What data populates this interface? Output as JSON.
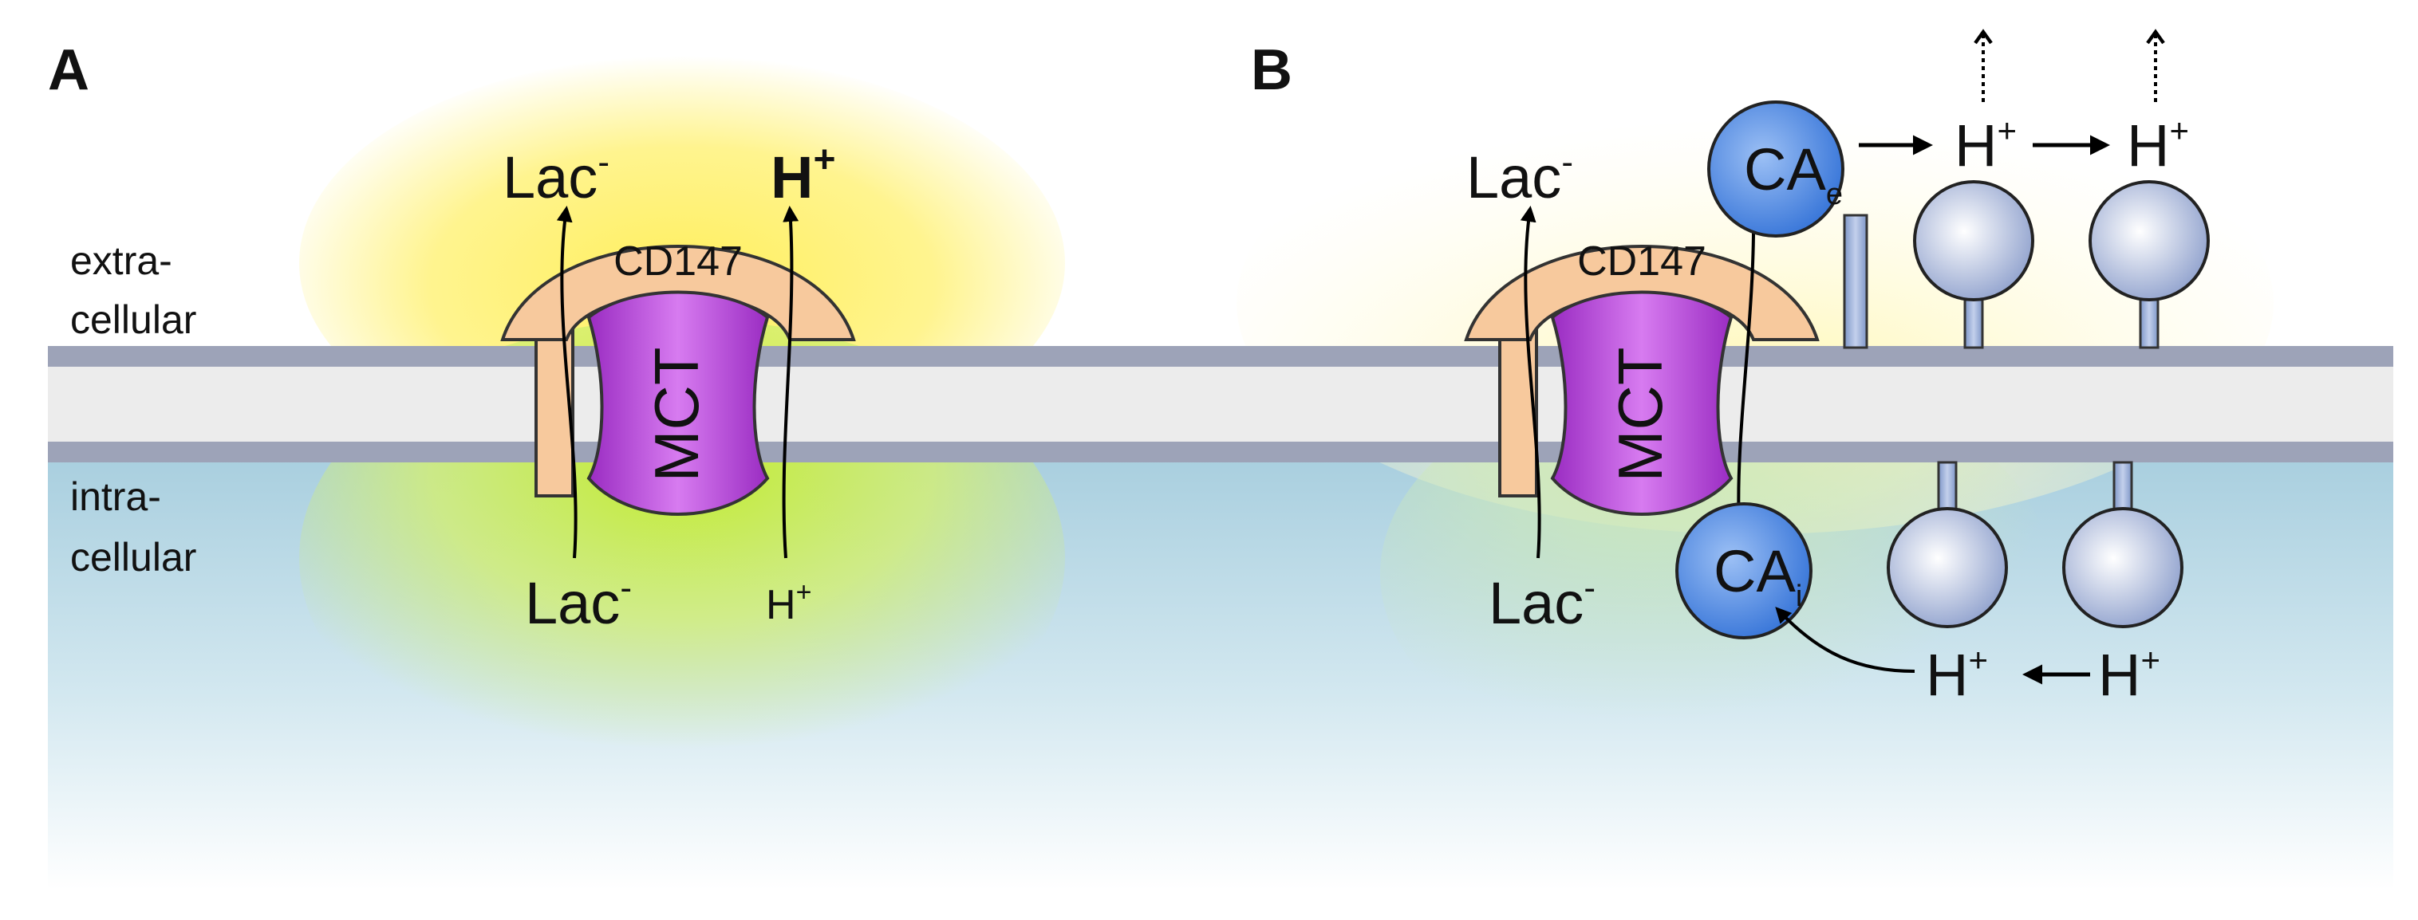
{
  "panels": {
    "a": {
      "label": "A"
    },
    "b": {
      "label": "B"
    }
  },
  "regions": {
    "extracellular": {
      "line1": "extra-",
      "line2": "cellular"
    },
    "intracellular": {
      "line1": "intra-",
      "line2": "cellular"
    }
  },
  "proteins": {
    "mct": "MCT",
    "cd147": "CD147",
    "ca_extracellular": {
      "base": "CA",
      "subscript": "e"
    },
    "ca_intracellular": {
      "base": "CA",
      "subscript": "i"
    }
  },
  "ions": {
    "lactate": {
      "base": "Lac",
      "charge": "-"
    },
    "proton": {
      "base": "H",
      "charge": "+"
    }
  },
  "colors": {
    "membrane_leaflet": "#9da3b8",
    "membrane_core": "#ececec",
    "cytosol": "#a9cfdf",
    "acid_extracellular": "#fff27a",
    "acid_intracellular": "#c8ee3c",
    "mct_fill": "#b63fd8",
    "cd147_fill": "#f7c99d",
    "ca_fill": "#4a86e6",
    "buffer_fill": "#9fb0d8"
  }
}
